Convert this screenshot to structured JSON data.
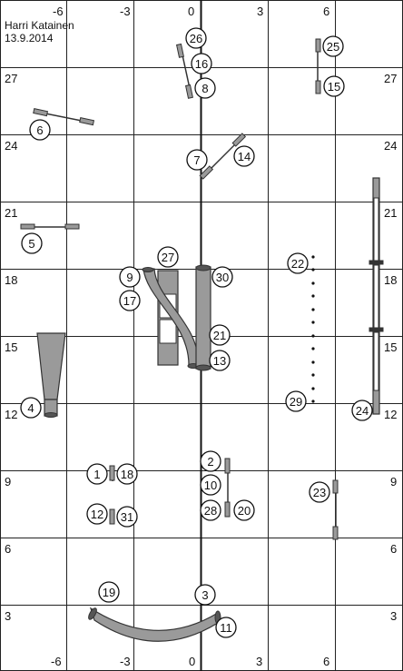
{
  "header": {
    "author": "Harri Katainen",
    "date": "13.9.2014"
  },
  "axes": {
    "top_labels": [
      "-6",
      "-3",
      "0",
      "3",
      "6"
    ],
    "bottom_labels": [
      "-6",
      "-3",
      "0",
      "3",
      "6"
    ],
    "left_labels": [
      "27",
      "24",
      "21",
      "18",
      "15",
      "12",
      "9",
      "6",
      "3"
    ],
    "right_labels": [
      "27",
      "24",
      "21",
      "18",
      "15",
      "12",
      "9",
      "6",
      "3"
    ]
  },
  "markers": [
    "1",
    "2",
    "3",
    "4",
    "5",
    "6",
    "7",
    "8",
    "9",
    "10",
    "11",
    "12",
    "13",
    "14",
    "15",
    "16",
    "17",
    "18",
    "19",
    "20",
    "21",
    "22",
    "23",
    "24",
    "25",
    "26",
    "27",
    "28",
    "29",
    "30",
    "31"
  ]
}
